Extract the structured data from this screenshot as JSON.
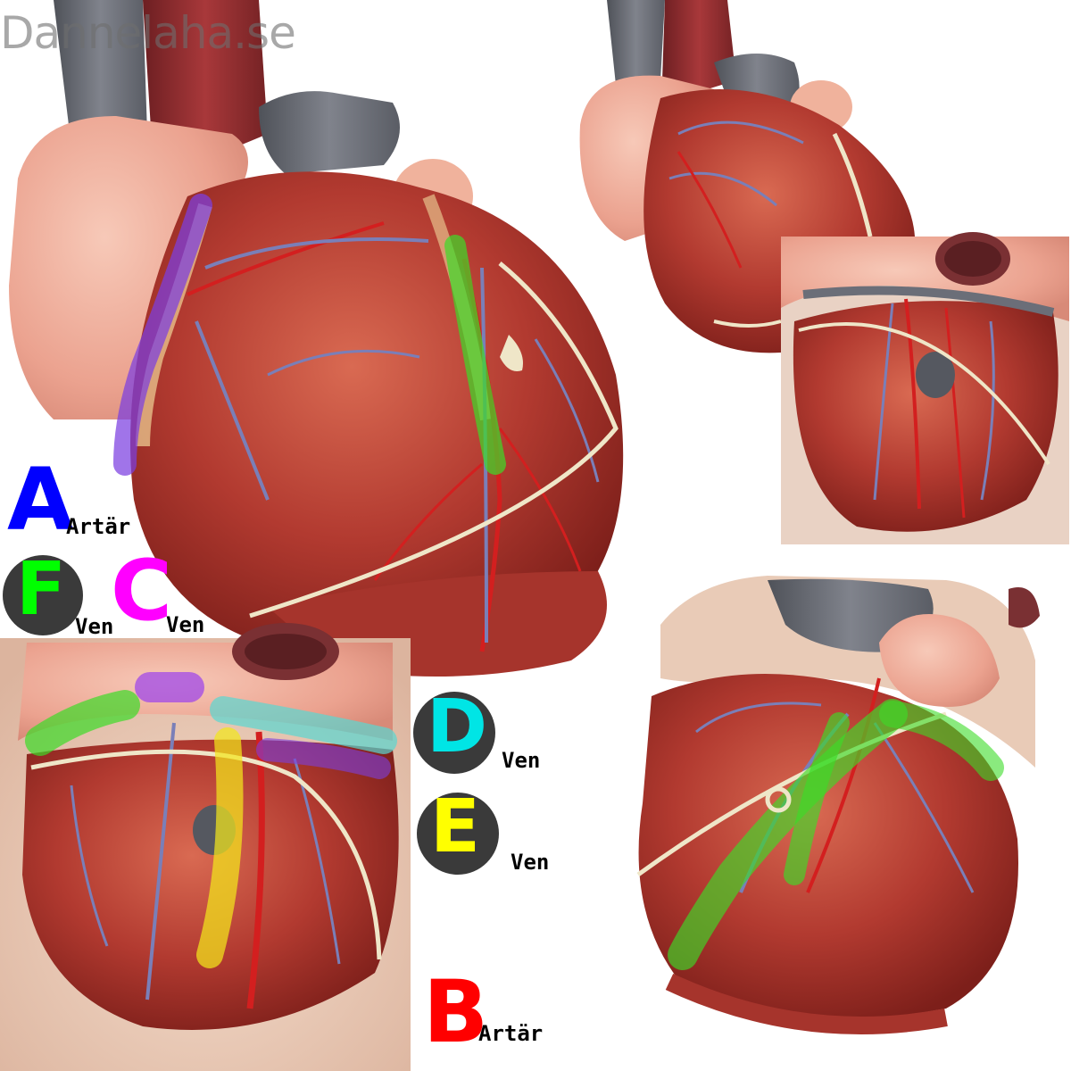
{
  "watermark": "Dannelaha.se",
  "colors": {
    "background": "#ffffff",
    "muscle": "#b23a30",
    "muscle_light": "#cf5a45",
    "muscle_dark": "#7d1f1a",
    "atrium": "#eba28f",
    "atrium_light": "#f4bfae",
    "fat": "#e7c08b",
    "vessel_grey": "#6b6e78",
    "aorta_red": "#8e2a2a",
    "artery_red": "#d31f1f",
    "vein_blue": "#7a7fb8",
    "hand": "#efd4c2",
    "label_A": "#0000ff",
    "label_B": "#ff0000",
    "label_C": "#ff00ff",
    "label_D": "#00e5e5",
    "label_E": "#ffff00",
    "label_F": "#00ff00",
    "disc": "#3a3a3a",
    "band_purple": "#7b3fe0",
    "band_green": "#3cdc28",
    "band_cyan": "#5ad7d2",
    "band_yellow": "#f2e61c"
  },
  "legend": [
    {
      "id": "A",
      "letter": "A",
      "sub": "Artär",
      "color": "#0000ff",
      "disc": false
    },
    {
      "id": "B",
      "letter": "B",
      "sub": "Artär",
      "color": "#ff0000",
      "disc": false
    },
    {
      "id": "C",
      "letter": "C",
      "sub": "Ven",
      "color": "#ff00ff",
      "disc": false
    },
    {
      "id": "D",
      "letter": "D",
      "sub": "Ven",
      "color": "#00e5e5",
      "disc": true
    },
    {
      "id": "E",
      "letter": "E",
      "sub": "Ven",
      "color": "#ffff00",
      "disc": true
    },
    {
      "id": "F",
      "letter": "F",
      "sub": "Ven",
      "color": "#00ff00",
      "disc": true
    }
  ],
  "panels": [
    {
      "id": "anterior-main",
      "highlights": [
        "purple",
        "green"
      ]
    },
    {
      "id": "upper-right",
      "highlights": []
    },
    {
      "id": "posterior-inset",
      "highlights": []
    },
    {
      "id": "posterior-labeled",
      "highlights": [
        "green",
        "purple",
        "cyan",
        "yellow",
        "purple"
      ]
    },
    {
      "id": "lateral-right",
      "highlights": [
        "green"
      ]
    }
  ]
}
